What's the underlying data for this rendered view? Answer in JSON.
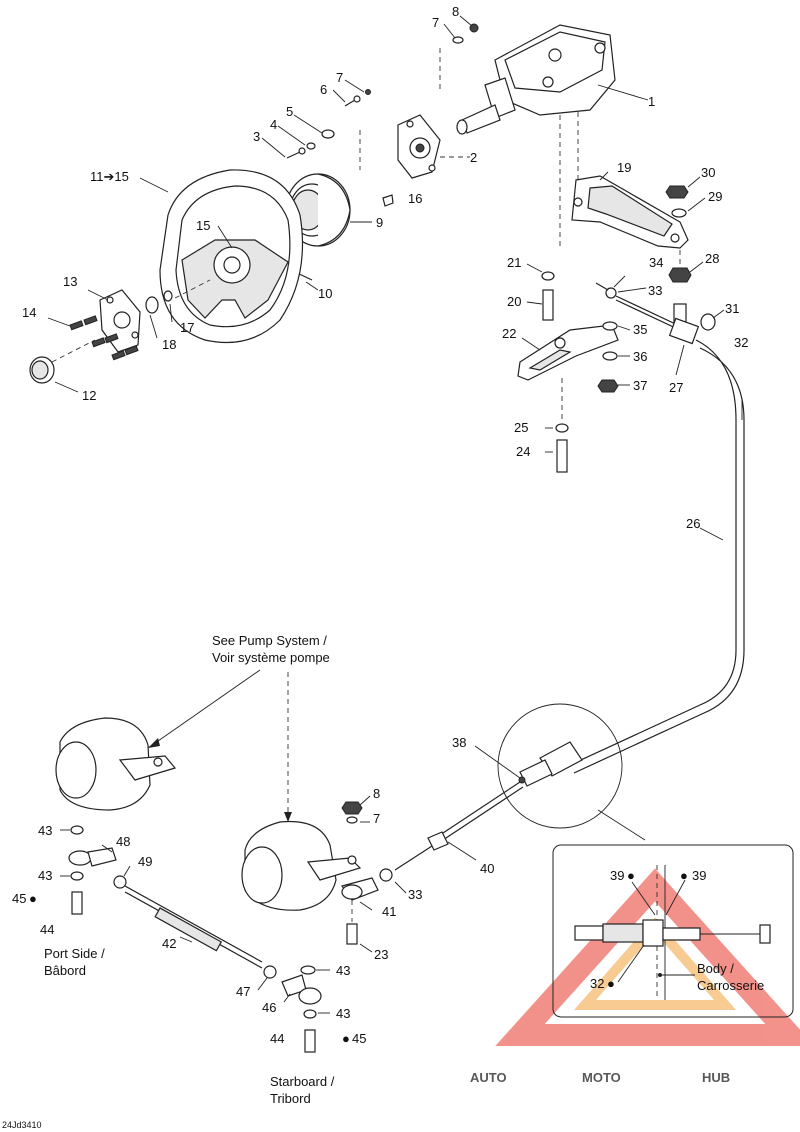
{
  "labels": {
    "l1": "1",
    "l2": "2",
    "l3": "3",
    "l4": "4",
    "l5": "5",
    "l6": "6",
    "l7a": "7",
    "l8a": "8",
    "l9": "9",
    "l10": "10",
    "l11": "11➔15",
    "l12": "12",
    "l13": "13",
    "l14": "14",
    "l15": "15",
    "l16": "16",
    "l17": "17",
    "l18": "18",
    "l19": "19",
    "l20": "20",
    "l21": "21",
    "l22": "22",
    "l23": "23",
    "l24": "24",
    "l25": "25",
    "l26": "26",
    "l27": "27",
    "l28": "28",
    "l29": "29",
    "l30": "30",
    "l31": "31",
    "l32a": "32",
    "l33a": "33",
    "l34": "34",
    "l35": "35",
    "l36": "36",
    "l37": "37",
    "l38": "38",
    "l39a": "39",
    "l39b": "39",
    "l32b": "32",
    "l40": "40",
    "l41": "41",
    "l33b": "33",
    "l42": "42",
    "l43a": "43",
    "l43b": "43",
    "l43c": "43",
    "l43d": "43",
    "l44a": "44",
    "l44b": "44",
    "l45a": "45",
    "l45b": "45",
    "l46": "46",
    "l47": "47",
    "l48": "48",
    "l49": "49",
    "l7b": "7",
    "l8b": "8"
  },
  "notes": {
    "pump_line1": "See Pump System /",
    "pump_line2": "Voir système pompe",
    "port_line1": "Port Side /",
    "port_line2": "Bâbord",
    "starboard_line1": "Starboard /",
    "starboard_line2": "Tribord",
    "body_line1": "Body /",
    "body_line2": "Carrosserie"
  },
  "drawing_code": "24Jd3410",
  "watermark": {
    "part1": "AUTO",
    "part2": "MOTO",
    "part3": "HUB",
    "color_orange": "#f4a13a",
    "color_red": "#e8392c",
    "color_gray": "#8c8c8c"
  }
}
